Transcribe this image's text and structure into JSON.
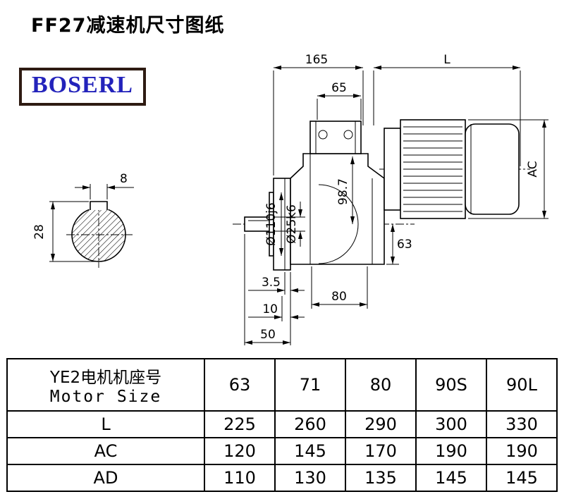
{
  "page": {
    "title": "FF27减速机尺寸图纸",
    "logo_text": "BOSERL"
  },
  "drawing": {
    "dims": {
      "d165": "165",
      "dL": "L",
      "d65": "65",
      "dAC": "AC",
      "d987": "98.7",
      "d110": "Ø110j6",
      "d25": "Ø25k6",
      "d63": "63",
      "d35": "3.5",
      "d80": "80",
      "d10": "10",
      "d50": "50",
      "d8": "8",
      "d28": "28"
    }
  },
  "table": {
    "header": {
      "line1": "YE2电机机座号",
      "line2": "Motor Size"
    },
    "columns": [
      "63",
      "71",
      "80",
      "90S",
      "90L"
    ],
    "rows": [
      {
        "label": "L",
        "values": [
          "225",
          "260",
          "290",
          "300",
          "330"
        ]
      },
      {
        "label": "AC",
        "values": [
          "120",
          "145",
          "170",
          "190",
          "190"
        ]
      },
      {
        "label": "AD",
        "values": [
          "110",
          "130",
          "135",
          "145",
          "145"
        ]
      }
    ]
  }
}
